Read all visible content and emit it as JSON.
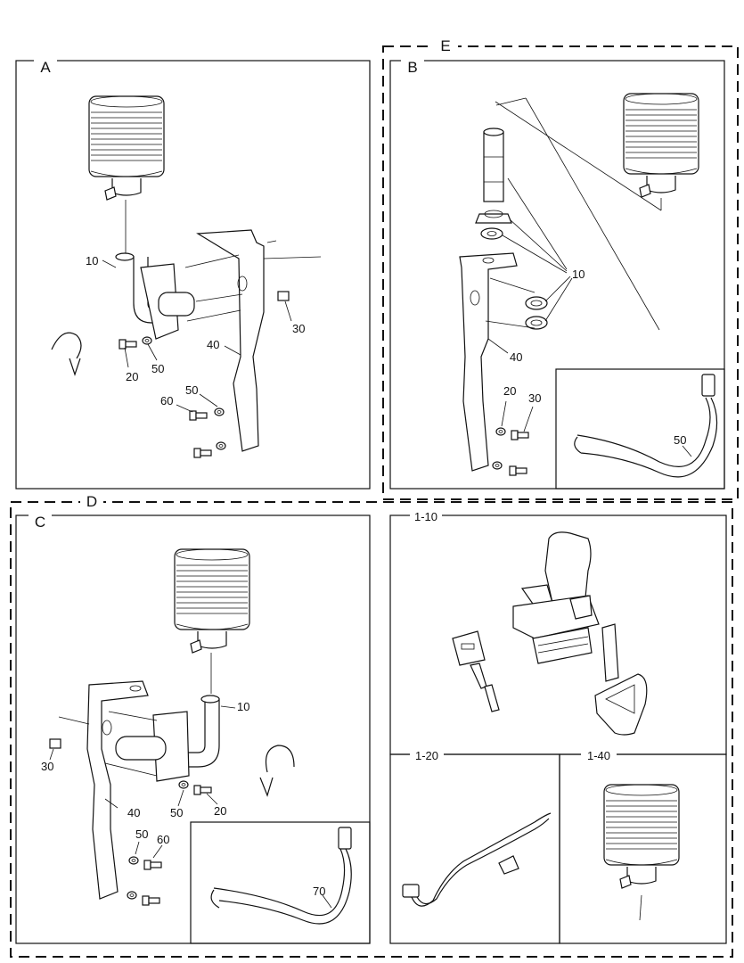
{
  "panels": {
    "A": {
      "label": "A",
      "callouts": {
        "c10": "10",
        "c20": "20",
        "c30": "30",
        "c40": "40",
        "c50a": "50",
        "c50b": "50",
        "c60": "60"
      }
    },
    "B": {
      "label": "B",
      "callouts": {
        "c10": "10",
        "c20": "20",
        "c30": "30",
        "c40": "40",
        "c50": "50"
      }
    },
    "C": {
      "label": "C",
      "callouts": {
        "c10": "10",
        "c20": "20",
        "c30": "30",
        "c40": "40",
        "c50a": "50",
        "c50b": "50",
        "c60": "60",
        "c70": "70"
      }
    },
    "E": {
      "label": "E"
    },
    "D": {
      "label": "D"
    },
    "sub_1_10": {
      "label": "1-10"
    },
    "sub_1_20": {
      "label": "1-20"
    },
    "sub_1_40": {
      "label": "1-40"
    }
  }
}
